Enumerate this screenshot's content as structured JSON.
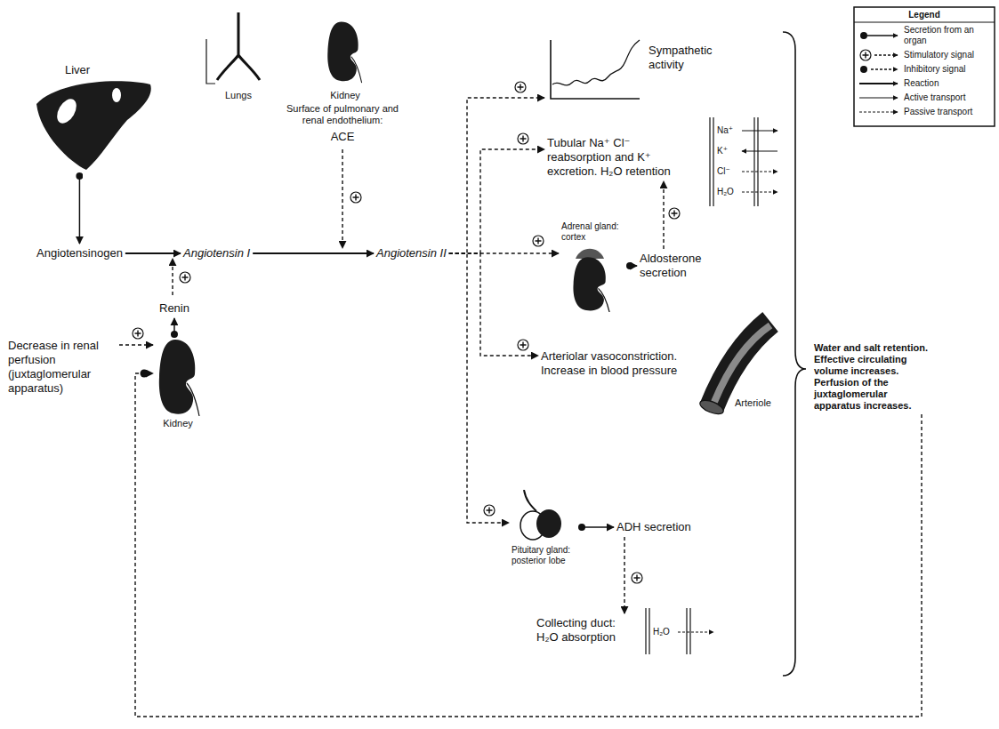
{
  "diagram": {
    "nodes": [
      {
        "text": [
          "Liver"
        ]
      },
      {
        "text": [
          "Angiotensinogen"
        ]
      },
      {
        "text": [
          "Angiotensin I"
        ]
      },
      {
        "text": [
          "Angiotensin II"
        ]
      },
      {
        "text": [
          "Renin"
        ]
      },
      {
        "text": [
          "Decrease in renal perfusion (juxtaglomerular apparatus)"
        ]
      },
      {
        "text": [
          "Kidney"
        ]
      },
      {
        "text": [
          "Sympathetic activity"
        ]
      },
      {
        "text": [
          "Tubular Na⁺ Cl⁻ reabsorption and K⁺ excretion. H₂O retention"
        ]
      },
      {
        "text": [
          "Adrenal gland: cortex"
        ]
      },
      {
        "text": [
          "Aldosterone secretion"
        ]
      },
      {
        "text": [
          "Arteriolar vasoconstriction. Increase in blood pressure"
        ]
      },
      {
        "text": [
          "Pituitary gland: posterior lobe"
        ]
      },
      {
        "text": [
          "ADH secretion"
        ]
      },
      {
        "text": [
          "Collecting duct: H₂O absorption"
        ]
      },
      {
        "text": [
          "Water and salt retention. Effective circulating volume increases. Perfusion of the juxtaglomerular apparatus increases."
        ]
      }
    ],
    "edges": [
      {
        "from": 0,
        "to": 1,
        "arrow": "to"
      },
      {
        "from": 1,
        "to": 2,
        "arrow": "to"
      },
      {
        "from": 2,
        "to": 3,
        "arrow": "to"
      },
      {
        "from": 5,
        "to": 6,
        "arrow": "to"
      },
      {
        "from": 6,
        "to": 4,
        "arrow": "to"
      },
      {
        "from": 3,
        "to": 7,
        "arrow": "to"
      },
      {
        "from": 3,
        "to": 8,
        "arrow": "to"
      },
      {
        "from": 3,
        "to": 9,
        "arrow": "to"
      },
      {
        "from": 3,
        "to": 11,
        "arrow": "to"
      },
      {
        "from": 3,
        "to": 12,
        "arrow": "to"
      },
      {
        "from": 9,
        "to": 10,
        "arrow": "to"
      },
      {
        "from": 10,
        "to": 8,
        "arrow": "to"
      },
      {
        "from": 12,
        "to": 13,
        "arrow": "to"
      },
      {
        "from": 13,
        "to": 14,
        "arrow": "to"
      },
      {
        "from": 15,
        "to": 6,
        "arrow": "to"
      }
    ],
    "labels": [
      "Lungs",
      "Kidney",
      "Surface of pulmonary and renal endothelium:",
      "ACE",
      "Na⁺",
      "K⁺",
      "Cl⁻",
      "H₂O",
      "Arteriole",
      "H₂O",
      "Legend"
    ],
    "legend": [
      {
        "text": "Secretion from an organ"
      },
      {
        "text": "Stimulatory signal"
      },
      {
        "text": "Inhibitory signal"
      },
      {
        "text": "Reaction"
      },
      {
        "text": "Active transport"
      },
      {
        "text": "Passive transport"
      }
    ]
  }
}
